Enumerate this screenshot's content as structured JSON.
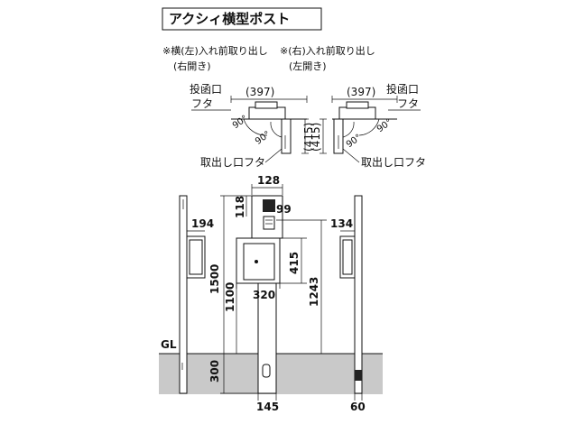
{
  "title": "アクシィ横型ポスト",
  "notes": {
    "left_line1": "※横(左)入れ前取り出し",
    "left_line2": "(右開き)",
    "right_line1": "※(右)入れ前取り出し",
    "right_line2": "(左開き)"
  },
  "labels": {
    "inlet_lid_left_1": "投函口",
    "inlet_lid_left_2": "フタ",
    "inlet_lid_right_1": "投函口",
    "inlet_lid_right_2": "フタ",
    "outlet_lid_left": "取出し口フタ",
    "outlet_lid_right": "取出し口フタ",
    "gl": "GL"
  },
  "angles": {
    "left_a": "90°",
    "left_b": "90°",
    "right_a": "90°",
    "right_b": "90°"
  },
  "dimensions": {
    "top_width_left": "(397)",
    "top_width_right": "(397)",
    "height_left_detail": "(415)",
    "height_right_detail": "(415)",
    "post_width_top": "128",
    "post_cap_height": "118",
    "intercom_offset": "99",
    "box_width": "320",
    "box_height": "415",
    "total_height": "1500",
    "box_top_height": "1243",
    "box_bottom_height": "1100",
    "embed_depth": "300",
    "post_base_width": "145",
    "side_left_depth": "194",
    "side_right_depth": "134",
    "side_right_base": "60"
  },
  "colors": {
    "ground": "#c9c9c9",
    "line": "#111111",
    "intercom_dark": "#222222"
  }
}
